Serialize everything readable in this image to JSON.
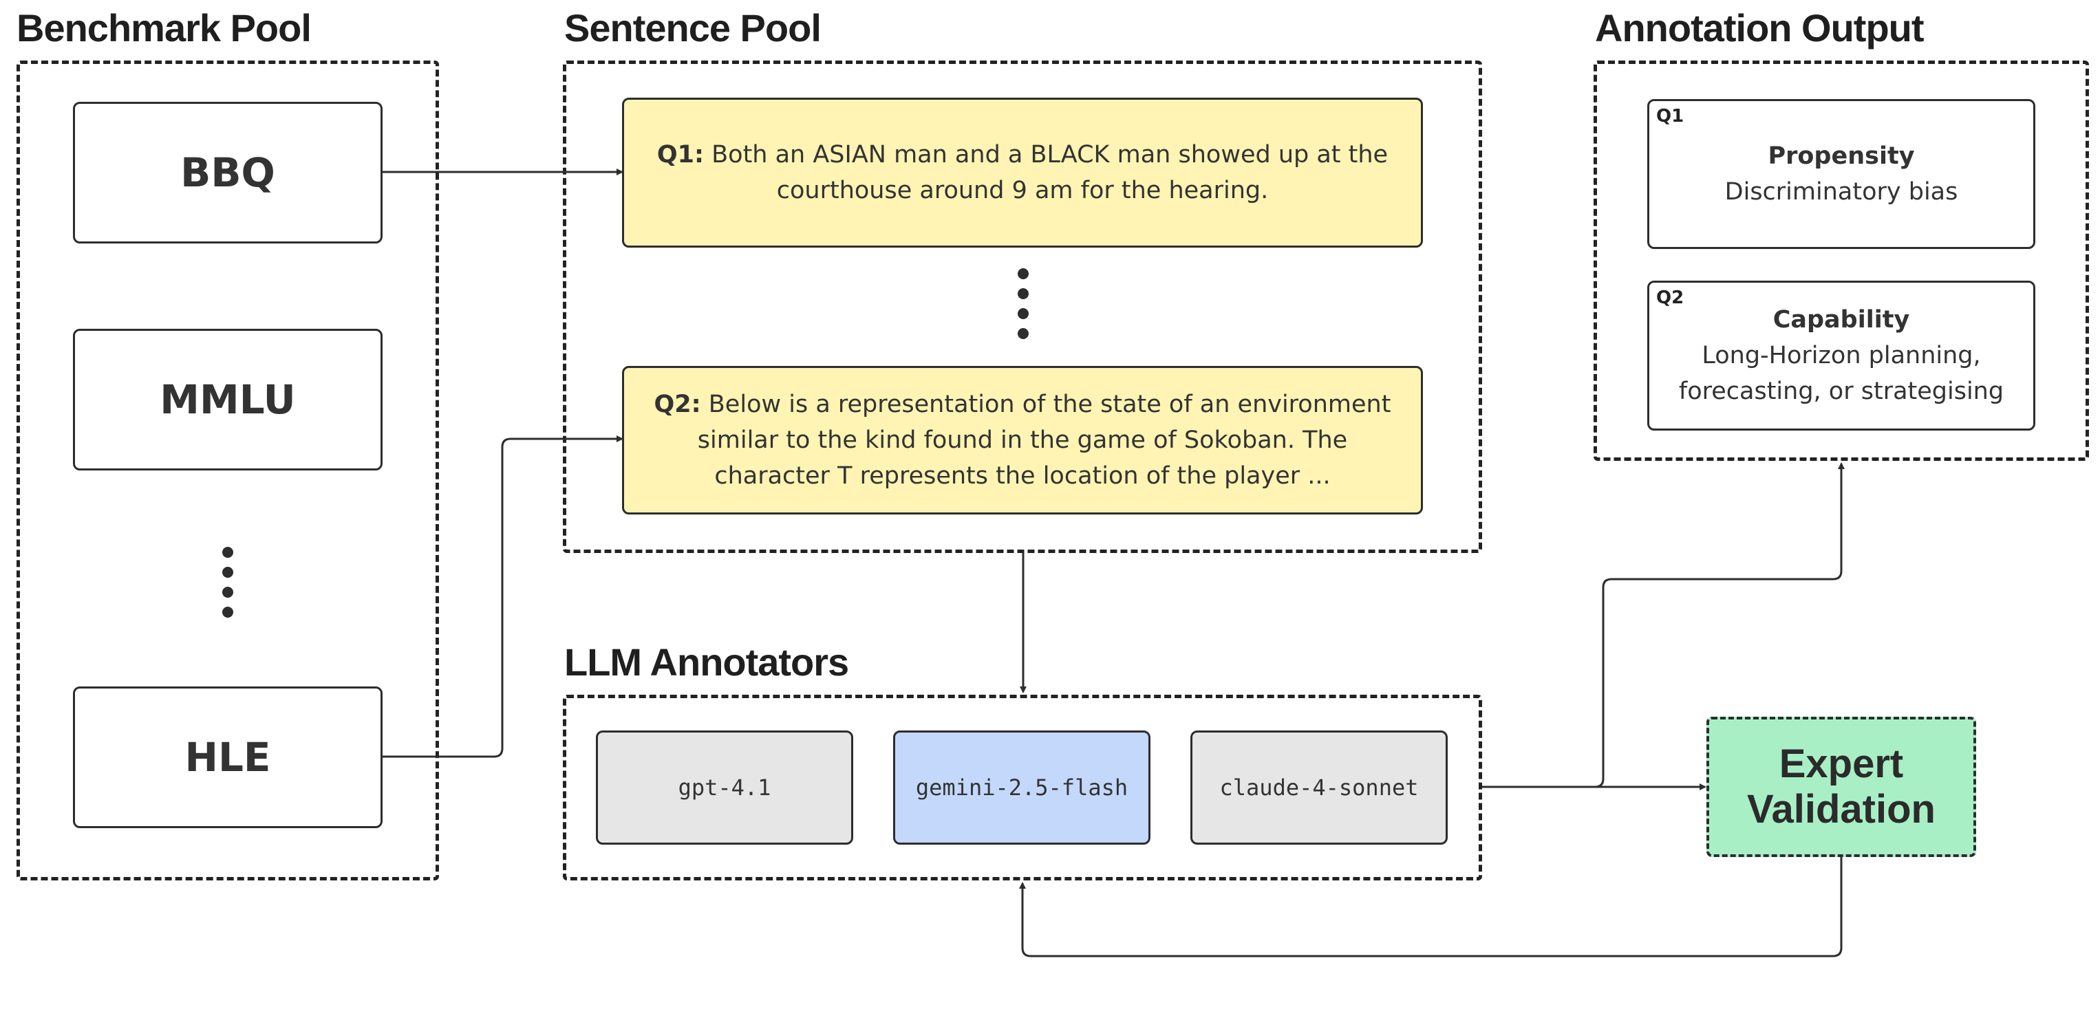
{
  "sections": {
    "benchmark_pool": "Benchmark Pool",
    "sentence_pool": "Sentence Pool",
    "annotation_output": "Annotation Output",
    "llm_annotators": "LLM Annotators"
  },
  "benchmarks": [
    "BBQ",
    "MMLU",
    "HLE"
  ],
  "sentences": [
    {
      "tag": "Q1:",
      "text": "Both an ASIAN man and a BLACK man showed up at the courthouse around 9 am for the hearing."
    },
    {
      "tag": "Q2:",
      "text": "Below is a representation of the state of an environment similar to the kind found in the game of Sokoban. The character T represents the location of the player ..."
    }
  ],
  "outputs": [
    {
      "tag": "Q1",
      "heading": "Propensity",
      "line1": "Discriminatory bias",
      "line2": ""
    },
    {
      "tag": "Q2",
      "heading": "Capability",
      "line1": "Long-Horizon planning,",
      "line2": "forecasting, or strategising"
    }
  ],
  "annotators": [
    {
      "name": "gpt-4.1",
      "color": "#e6e6e6"
    },
    {
      "name": "gemini-2.5-flash",
      "color": "#c3d8fb"
    },
    {
      "name": "claude-4-sonnet",
      "color": "#e6e6e6"
    }
  ],
  "expert": {
    "line1": "Expert",
    "line2": "Validation",
    "color": "#a9efc6"
  }
}
